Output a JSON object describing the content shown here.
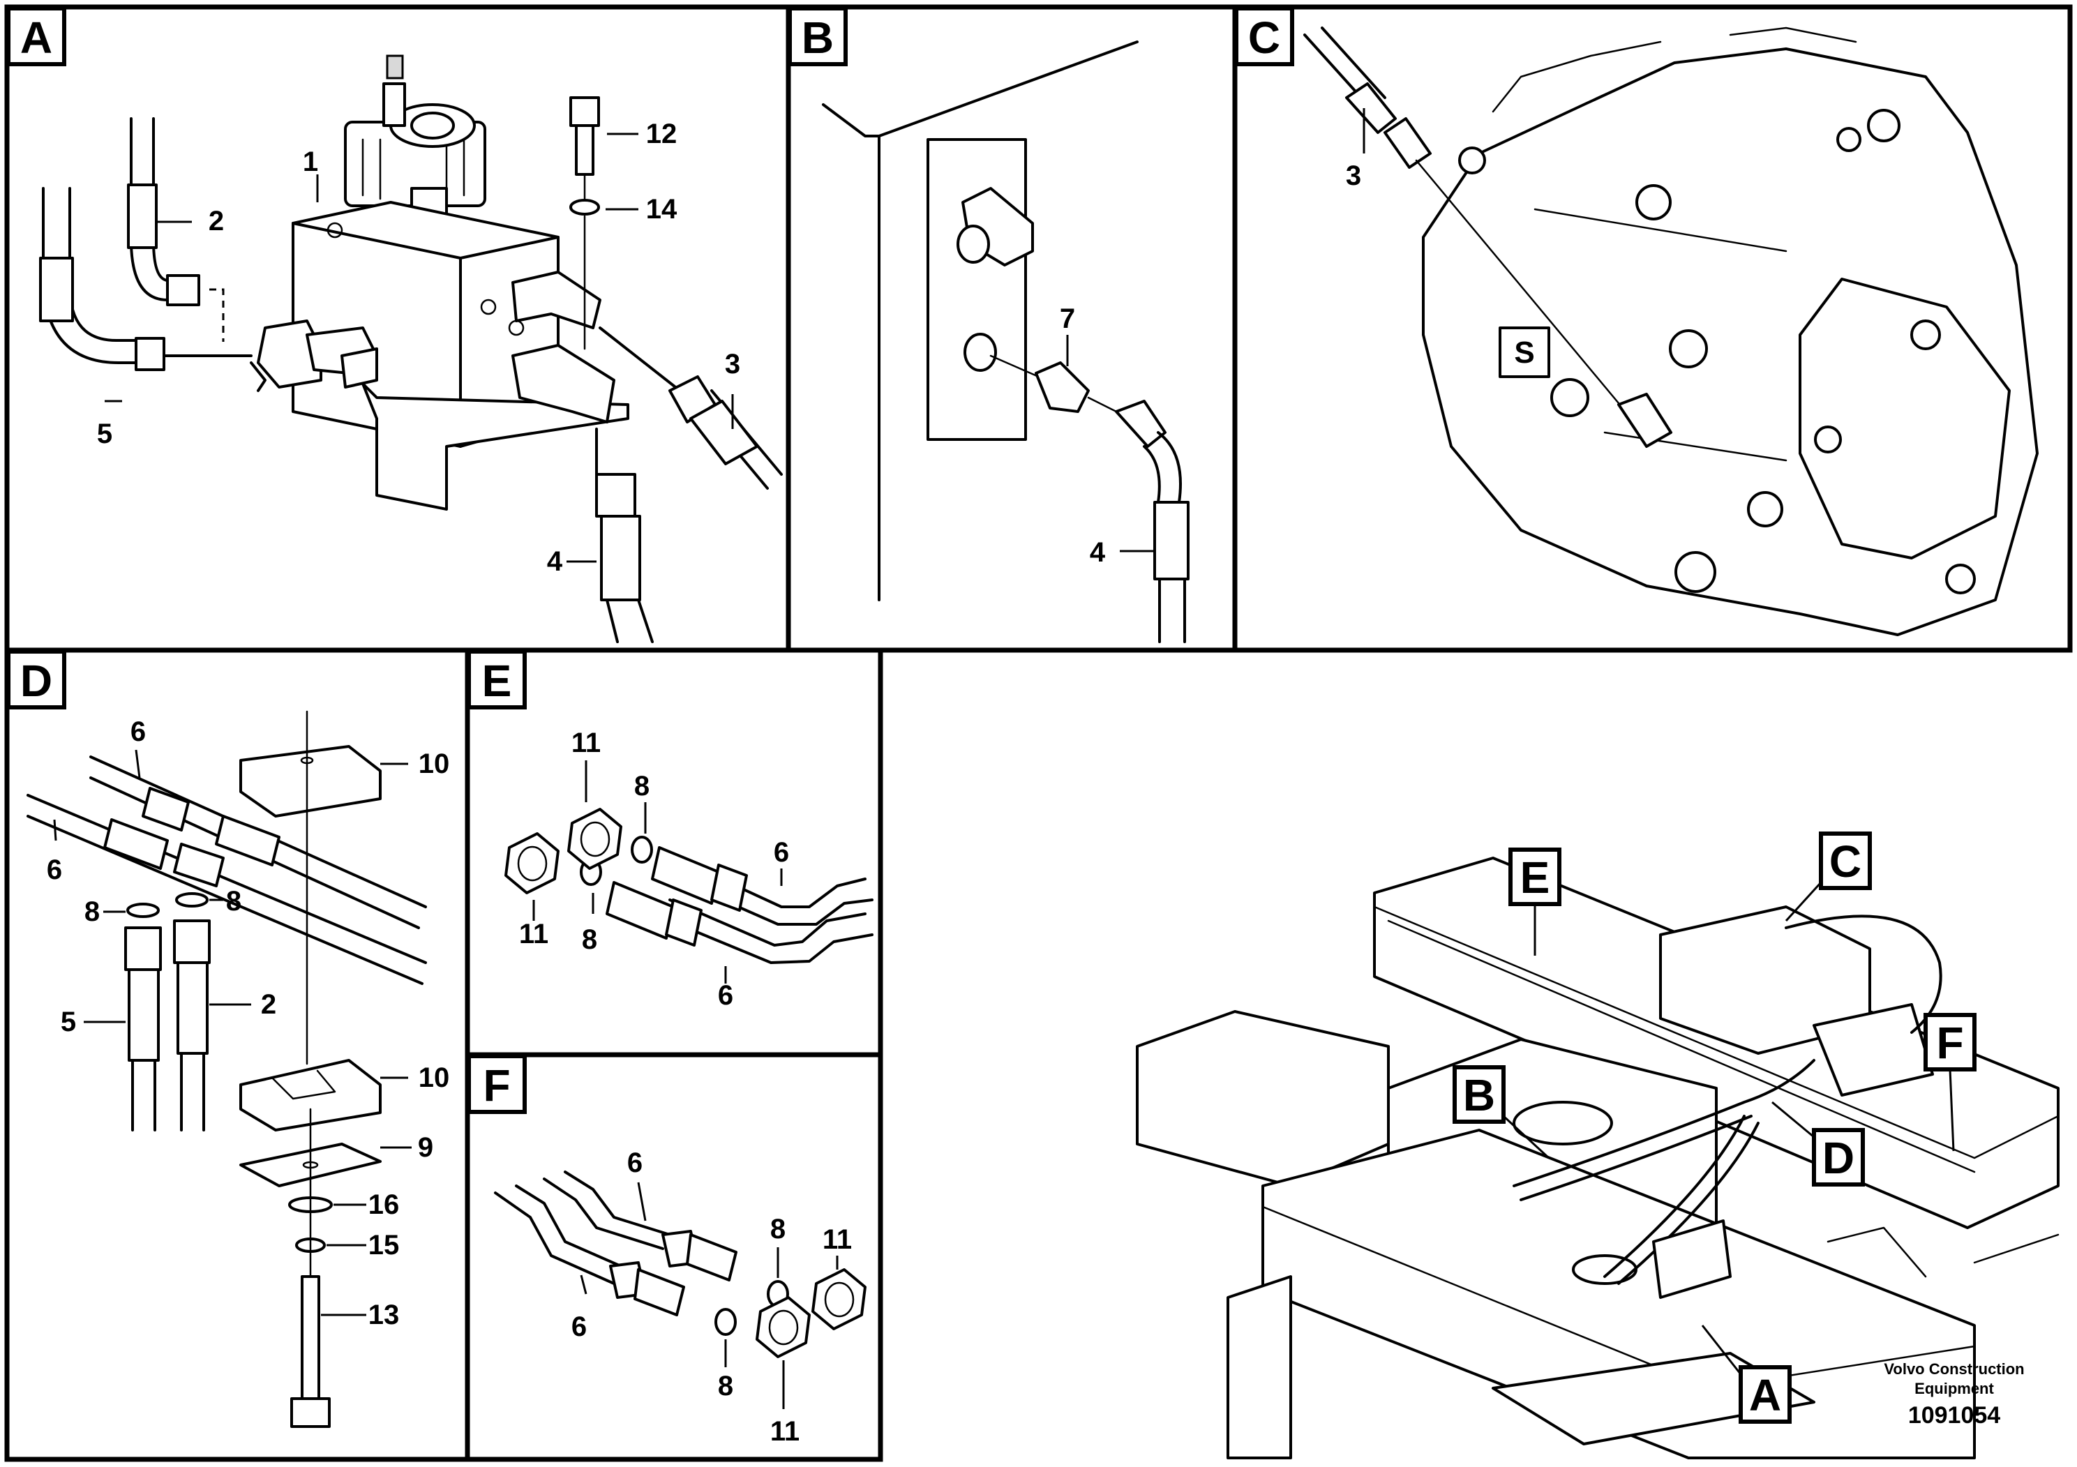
{
  "panels": {
    "A": {
      "letter": "A",
      "callouts": [
        "1",
        "2",
        "3",
        "4",
        "5",
        "12",
        "14"
      ]
    },
    "B": {
      "letter": "B",
      "callouts": [
        "7",
        "4"
      ]
    },
    "C": {
      "letter": "C",
      "callouts": [
        "3"
      ]
    },
    "D": {
      "letter": "D",
      "callouts": [
        "6",
        "6",
        "8",
        "8",
        "5",
        "2",
        "10",
        "10",
        "9",
        "16",
        "15",
        "13"
      ]
    },
    "E": {
      "letter": "E",
      "callouts": [
        "11",
        "8",
        "6",
        "11",
        "8",
        "6"
      ]
    },
    "F": {
      "letter": "F",
      "callouts": [
        "6",
        "8",
        "11",
        "6",
        "8",
        "11"
      ]
    }
  },
  "overview": {
    "labels": [
      "E",
      "C",
      "F",
      "B",
      "D",
      "A"
    ]
  },
  "footer": {
    "brand_line1": "Volvo Construction",
    "brand_line2": "Equipment",
    "doc_number": "1091054"
  },
  "colors": {
    "ink": "#000000",
    "background": "#ffffff",
    "shade": "#d9d9d9"
  }
}
